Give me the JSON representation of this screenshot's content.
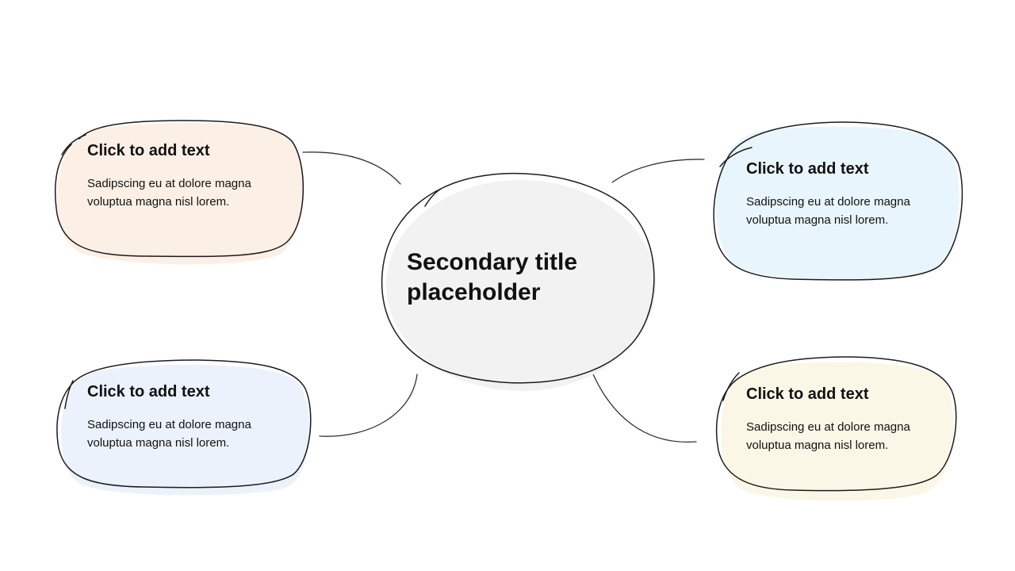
{
  "center": {
    "title": "Secondary title placeholder",
    "fill": "#f2f2f2"
  },
  "nodes": [
    {
      "id": "top-left",
      "title": "Click to add text",
      "body": "Sadipscing eu at dolore magna voluptua magna nisl lorem.",
      "fill": "#fcf0e6"
    },
    {
      "id": "top-right",
      "title": "Click to add text",
      "body": "Sadipscing eu at dolore magna voluptua magna nisl lorem.",
      "fill": "#e9f5fc"
    },
    {
      "id": "bottom-left",
      "title": "Click to add text",
      "body": "Sadipscing eu at dolore magna voluptua magna nisl lorem.",
      "fill": "#ebf2fb"
    },
    {
      "id": "bottom-right",
      "title": "Click to add text",
      "body": "Sadipscing eu at dolore magna voluptua magna nisl lorem.",
      "fill": "#fbf7e6"
    }
  ]
}
